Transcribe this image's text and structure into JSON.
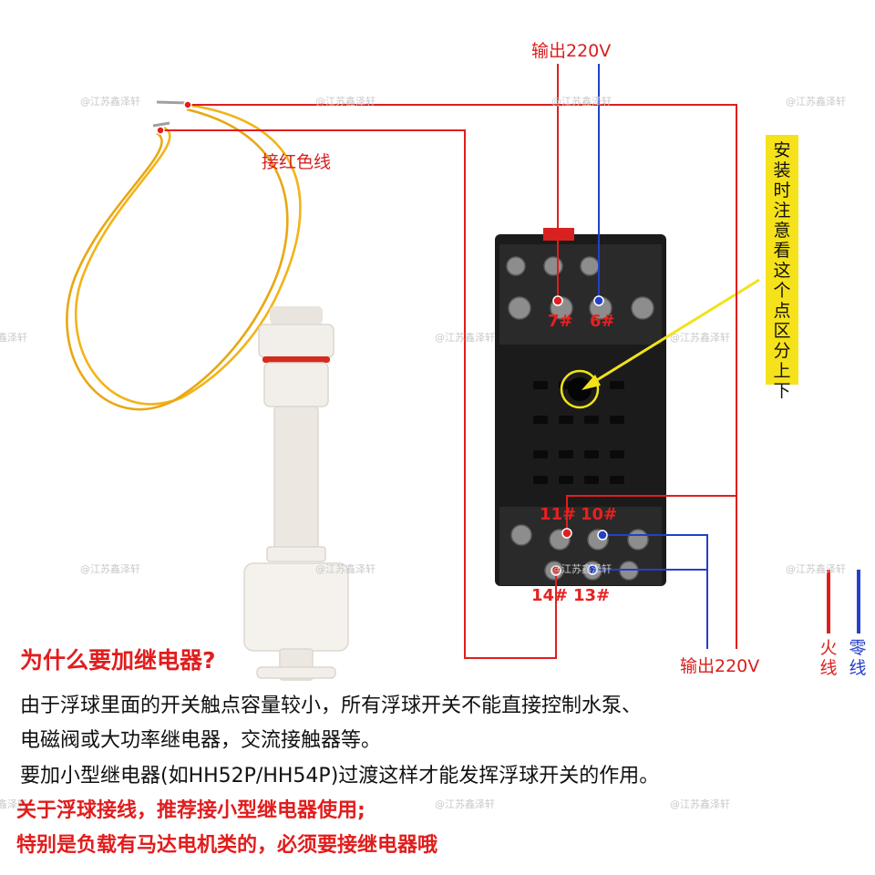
{
  "labels": {
    "output_top": "输出220V",
    "output_bottom": "输出220V",
    "connect_red": "接红色线",
    "install_note": "安装时注意看这个点区分上下",
    "live_wire": "火线",
    "neutral_wire": "零线"
  },
  "pins": {
    "p7": "7#",
    "p6": "6#",
    "p11": "11#",
    "p10": "10#",
    "p14": "14#",
    "p13": "13#"
  },
  "watermark": "@江苏鑫泽轩",
  "text": {
    "heading": "为什么要加继电器?",
    "paragraph_1": "由于浮球里面的开关触点容量较小，所有浮球开关不能直接控制水泵、",
    "paragraph_2": "电磁阀或大功率继电器，交流接触器等。",
    "paragraph_3": "要加小型继电器(如HH52P/HH54P)过渡这样才能发挥浮球开关的作用。",
    "alert_1": "关于浮球接线，推荐接小型继电器使用;",
    "alert_2": "特别是负载有马达电机类的，必须要接继电器哦"
  },
  "colors": {
    "live": "#e01e1e",
    "neutral": "#2440c8",
    "note_bg": "#f6e21b",
    "pointer": "#f2e21a",
    "float_wire": "#f2b418",
    "relay_base": "#1b1b1b"
  }
}
